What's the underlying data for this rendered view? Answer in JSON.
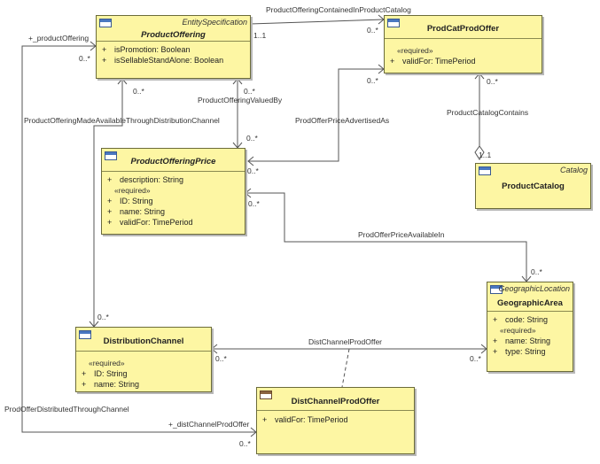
{
  "classes": {
    "product_offering": {
      "stereotype": "EntitySpecification",
      "name": "ProductOffering",
      "attrs": [
        {
          "vis": "+",
          "text": "isPromotion: Boolean"
        },
        {
          "vis": "+",
          "text": "isSellableStandAlone: Boolean"
        }
      ]
    },
    "prod_cat_prod_offer": {
      "name": "ProdCatProdOffer",
      "required": "«required»",
      "attrs": [
        {
          "vis": "+",
          "text": "validFor: TimePeriod"
        }
      ]
    },
    "product_catalog": {
      "stereotype": "Catalog",
      "name": "ProductCatalog"
    },
    "product_offering_price": {
      "name": "ProductOfferingPrice",
      "attrs_top": [
        {
          "vis": "+",
          "text": "description: String"
        }
      ],
      "required": "«required»",
      "attrs": [
        {
          "vis": "+",
          "text": "ID: String"
        },
        {
          "vis": "+",
          "text": "name: String"
        },
        {
          "vis": "+",
          "text": "validFor: TimePeriod"
        }
      ]
    },
    "geographic_area": {
      "stereotype": "GeographicLocation",
      "name": "GeographicArea",
      "attrs_top": [
        {
          "vis": "+",
          "text": "code: String"
        }
      ],
      "required": "«required»",
      "attrs": [
        {
          "vis": "+",
          "text": "name: String"
        },
        {
          "vis": "+",
          "text": "type: String"
        }
      ]
    },
    "distribution_channel": {
      "name": "DistributionChannel",
      "required": "«required»",
      "attrs": [
        {
          "vis": "+",
          "text": "ID: String"
        },
        {
          "vis": "+",
          "text": "name: String"
        }
      ]
    },
    "dist_channel_prod_offer": {
      "name": "DistChannelProdOffer",
      "attrs": [
        {
          "vis": "+",
          "text": "validFor: TimePeriod"
        }
      ]
    }
  },
  "associations": {
    "contained_in_catalog": "ProductOfferingContainedInProductCatalog",
    "catalog_contains": "ProductCatalogContains",
    "advertised_as": "ProdOfferPriceAdvertisedAs",
    "valued_by": "ProductOfferingValuedBy",
    "made_available": "ProductOfferingMadeAvailableThroughDistributionChannel",
    "price_available_in": "ProdOfferPriceAvailableIn",
    "dist_channel_prod_offer": "DistChannelProdOffer",
    "distributed_through": "ProdOfferDistributedThroughChannel",
    "role_product_offering": "+_productOffering",
    "role_dist_channel_prod_offer": "+_distChannelProdOffer"
  },
  "multiplicities": {
    "m1": "1..1",
    "m2": "0..*",
    "m3": "0..*",
    "m4": "0..*",
    "m5": "0..*",
    "m6": "1..1",
    "m7": "0..*",
    "m8": "0..*",
    "m9": "0..*",
    "m10": "0..*",
    "m11": "0..*",
    "m12": "0..*",
    "m13": "0..*",
    "m14": "0..*",
    "m15": "0..*",
    "m16": "0..*"
  }
}
